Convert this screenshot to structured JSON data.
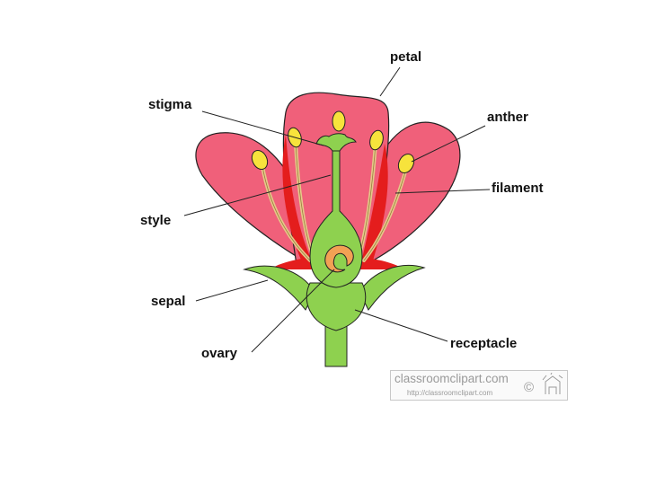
{
  "labels": {
    "petal": "petal",
    "stigma": "stigma",
    "anther": "anther",
    "filament": "filament",
    "style": "style",
    "sepal": "sepal",
    "ovary": "ovary",
    "receptacle": "receptacle"
  },
  "watermark": {
    "site": "classroomclipart.com",
    "url": "http://classroomclipart.com",
    "symbol": "©"
  },
  "colors": {
    "petal": "#f0607a",
    "petal_inner": "#e41d1d",
    "stem": "#8ed14f",
    "anther": "#f7e33c",
    "ovule": "#f2a154",
    "filament": "#e6c889",
    "outline": "#222222"
  }
}
